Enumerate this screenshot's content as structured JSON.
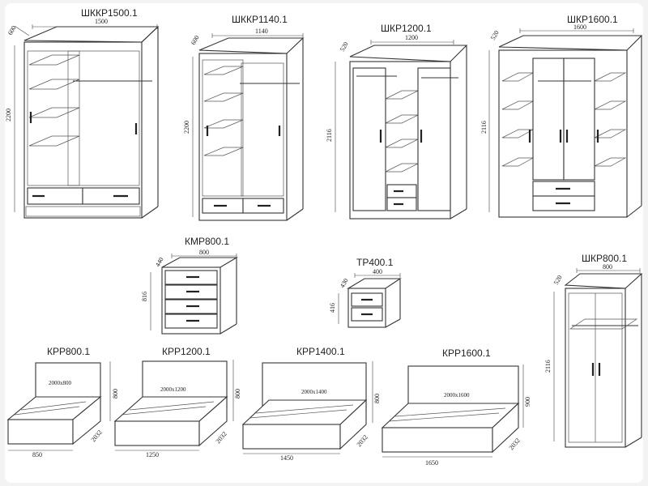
{
  "items": {
    "shkkr1500": {
      "title": "ШККР1500.1",
      "width": "1500",
      "depth": "600",
      "height": "2200"
    },
    "shkkr1140": {
      "title": "ШККР1140.1",
      "width": "1140",
      "depth": "600",
      "height": "2200"
    },
    "shkr1200": {
      "title": "ШКР1200.1",
      "width": "1200",
      "depth": "520",
      "height": "2116"
    },
    "shkr1600": {
      "title": "ШКР1600.1",
      "width": "1600",
      "depth": "520",
      "height": "2116"
    },
    "kmr800": {
      "title": "КМР800.1",
      "width": "800",
      "depth": "440",
      "height": "816"
    },
    "tr400": {
      "title": "ТР400.1",
      "width": "400",
      "depth": "430",
      "height": "416"
    },
    "shkr800": {
      "title": "ШКР800.1",
      "width": "800",
      "depth": "520",
      "height": "2116"
    },
    "krr800": {
      "title": "КРР800.1",
      "mattress": "2000x800",
      "width": "850",
      "length": "2032",
      "height": "800"
    },
    "krr1200": {
      "title": "КРР1200.1",
      "mattress": "2000x1200",
      "width": "1250",
      "length": "2032",
      "height": "800"
    },
    "krr1400": {
      "title": "КРР1400.1",
      "mattress": "2000x1400",
      "width": "1450",
      "length": "2032",
      "height": "800"
    },
    "krr1600": {
      "title": "КРР1600.1",
      "mattress": "2000x1600",
      "width": "1650",
      "length": "2032",
      "height": "900"
    }
  }
}
